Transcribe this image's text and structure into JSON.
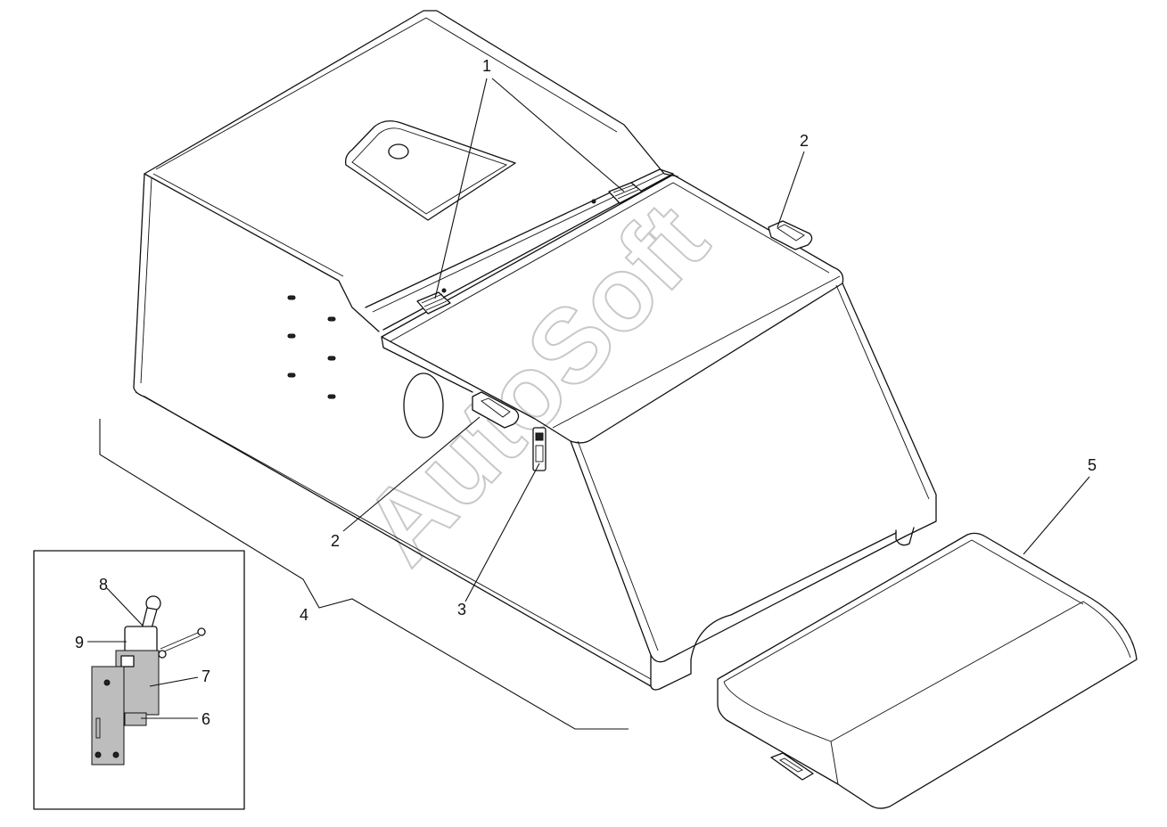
{
  "watermark": "AutoSoft",
  "callouts": {
    "c1": "1",
    "c2a": "2",
    "c2b": "2",
    "c3": "3",
    "c4": "4",
    "c5": "5",
    "c6": "6",
    "c7": "7",
    "c8": "8",
    "c9": "9"
  }
}
